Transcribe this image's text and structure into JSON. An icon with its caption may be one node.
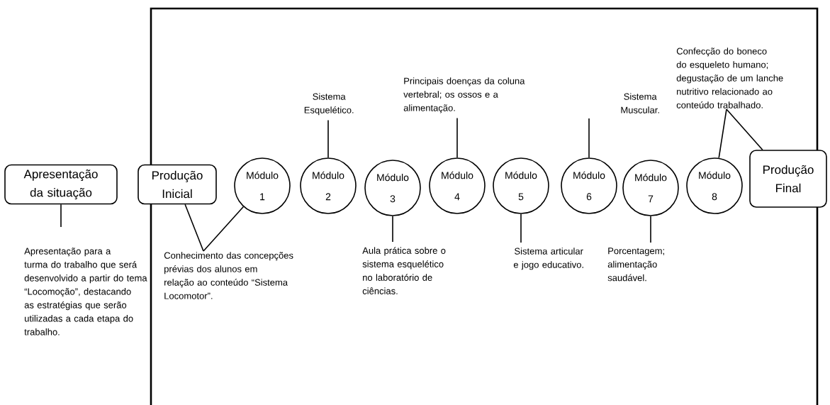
{
  "diagram": {
    "nodes": [
      {
        "text": [
          "Apresentação da situação"
        ]
      },
      {
        "text": [
          "Produção Inicial"
        ]
      },
      {
        "text": [
          "Módulo 1"
        ]
      },
      {
        "text": [
          "Módulo 2"
        ]
      },
      {
        "text": [
          "Módulo 3"
        ]
      },
      {
        "text": [
          "Módulo 4"
        ]
      },
      {
        "text": [
          "Módulo 5"
        ]
      },
      {
        "text": [
          "Módulo 6"
        ]
      },
      {
        "text": [
          "Módulo 7"
        ]
      },
      {
        "text": [
          "Módulo 8"
        ]
      },
      {
        "text": [
          "Produção Final"
        ]
      },
      {
        "text": [
          "Apresentação para a turma do trabalho que será desenvolvido a partir do tema “Locomoção”, destacando as estratégias que serão utilizadas a cada etapa do trabalho."
        ]
      },
      {
        "text": [
          "Conhecimento das concepções prévias dos alunos em relação ao conteúdo “Sistema Locomotor”."
        ]
      },
      {
        "text": [
          "Sistema Esquelético."
        ]
      },
      {
        "text": [
          "Aula prática sobre o sistema esquelético no laboratório de ciências."
        ]
      },
      {
        "text": [
          "Principais doenças da coluna vertebral; os ossos e a alimentação."
        ]
      },
      {
        "text": [
          "Sistema articular e jogo educativo."
        ]
      },
      {
        "text": [
          "Sistema Muscular."
        ]
      },
      {
        "text": [
          "Porcentagem; alimentação saudável."
        ]
      },
      {
        "text": [
          "Confecção do boneco do esqueleto humano; degustação de um lanche nutritivo relacionado ao conteúdo trabalhado."
        ]
      }
    ],
    "edges": [
      {
        "from": 11,
        "to": 0,
        "arrow": "none"
      },
      {
        "from": 12,
        "to": 1,
        "arrow": "none"
      },
      {
        "from": 12,
        "to": 2,
        "arrow": "none"
      },
      {
        "from": 13,
        "to": 3,
        "arrow": "none"
      },
      {
        "from": 14,
        "to": 4,
        "arrow": "none"
      },
      {
        "from": 15,
        "to": 5,
        "arrow": "none"
      },
      {
        "from": 16,
        "to": 6,
        "arrow": "none"
      },
      {
        "from": 17,
        "to": 7,
        "arrow": "none"
      },
      {
        "from": 18,
        "to": 8,
        "arrow": "none"
      },
      {
        "from": 19,
        "to": 9,
        "arrow": "none"
      },
      {
        "from": 19,
        "to": 10,
        "arrow": "none"
      }
    ]
  }
}
